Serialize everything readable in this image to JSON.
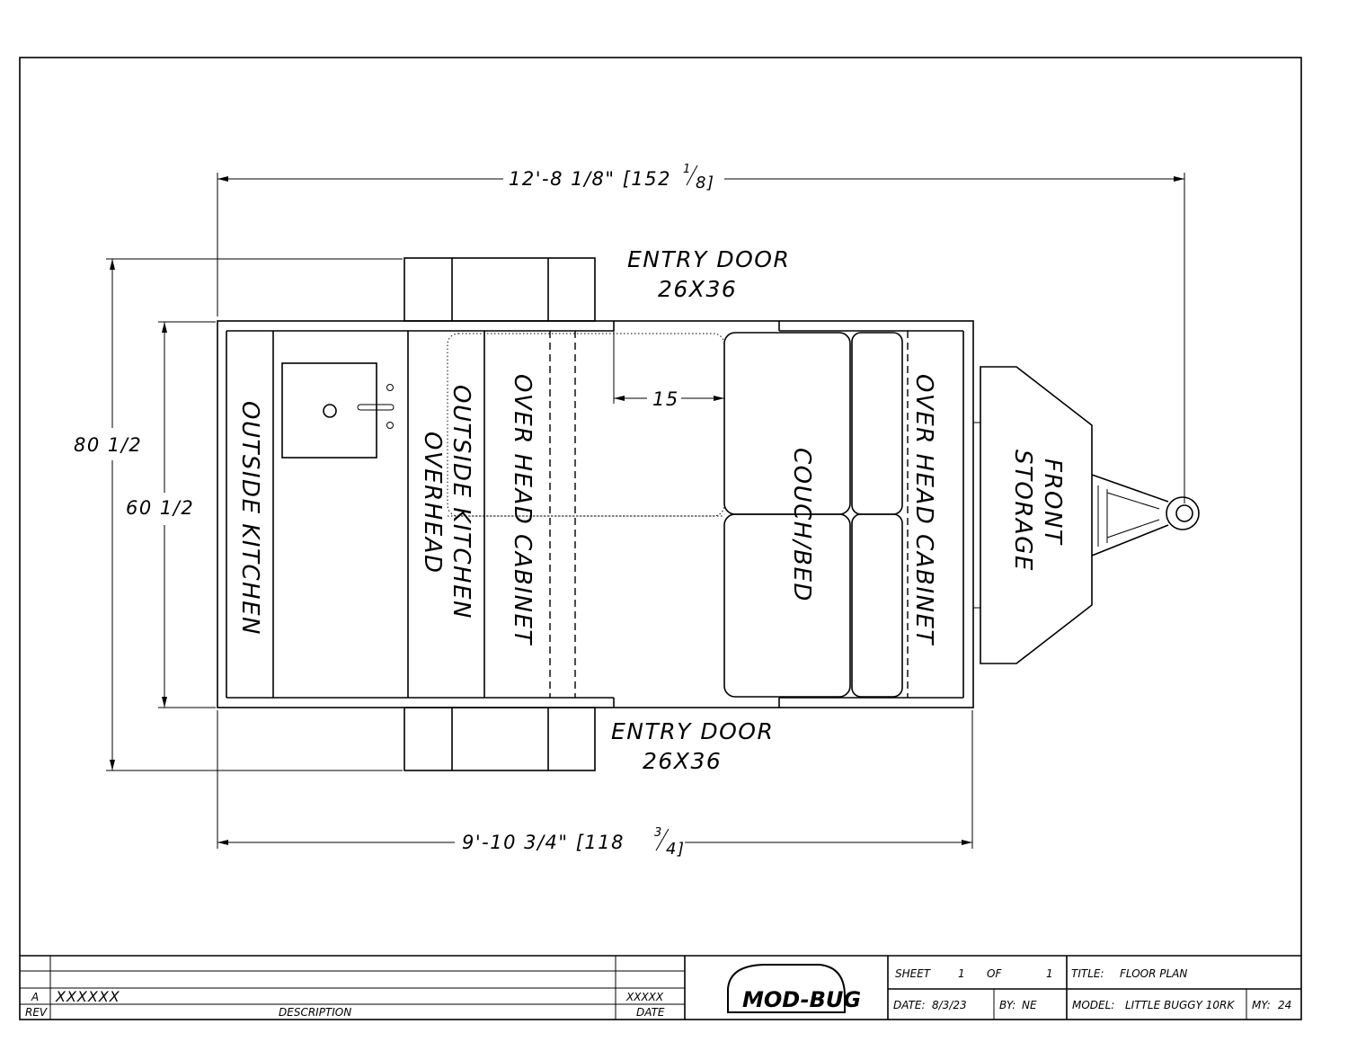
{
  "dimensions": {
    "overall_length": "12'-8 1/8\" [152",
    "overall_length_frac_num": "1",
    "overall_length_frac_den": "8]",
    "body_length": "9'-10 3/4\" [118",
    "body_length_frac_num": "3",
    "body_length_frac_den": "4]",
    "overall_width": "80 1/2",
    "body_width": "60 1/2",
    "aisle": "15"
  },
  "labels": {
    "entry_door_top": "ENTRY DOOR",
    "entry_door_top_size": "26X36",
    "entry_door_bottom": "ENTRY DOOR",
    "entry_door_bottom_size": "26X36",
    "outside_kitchen": "OUTSIDE KITCHEN",
    "outside_kitchen_overhead_1": "OUTSIDE KITCHEN",
    "outside_kitchen_overhead_2": "OVERHEAD",
    "over_head_cabinet_rear": "OVER HEAD CABINET",
    "couch_bed": "COUCH/BED",
    "over_head_cabinet_front": "OVER HEAD CABINET",
    "front_storage_1": "FRONT",
    "front_storage_2": "STORAGE"
  },
  "title_block": {
    "rev_label": "REV",
    "rev_value": "A",
    "description_label": "DESCRIPTION",
    "description_value": "XXXXXX",
    "date_label": "DATE",
    "date_value": "XXXXX",
    "logo": "MOD-BUG",
    "sheet_label": "SHEET",
    "sheet_value": "1",
    "of_label": "OF",
    "of_value": "1",
    "title_label": "TITLE:",
    "title_value": "FLOOR PLAN",
    "date_field_label": "DATE:",
    "date_field_value": "8/3/23",
    "by_label": "BY:",
    "by_value": "NE",
    "model_label": "MODEL:",
    "model_value": "LITTLE BUGGY 10RK",
    "my_label": "MY:",
    "my_value": "24"
  }
}
